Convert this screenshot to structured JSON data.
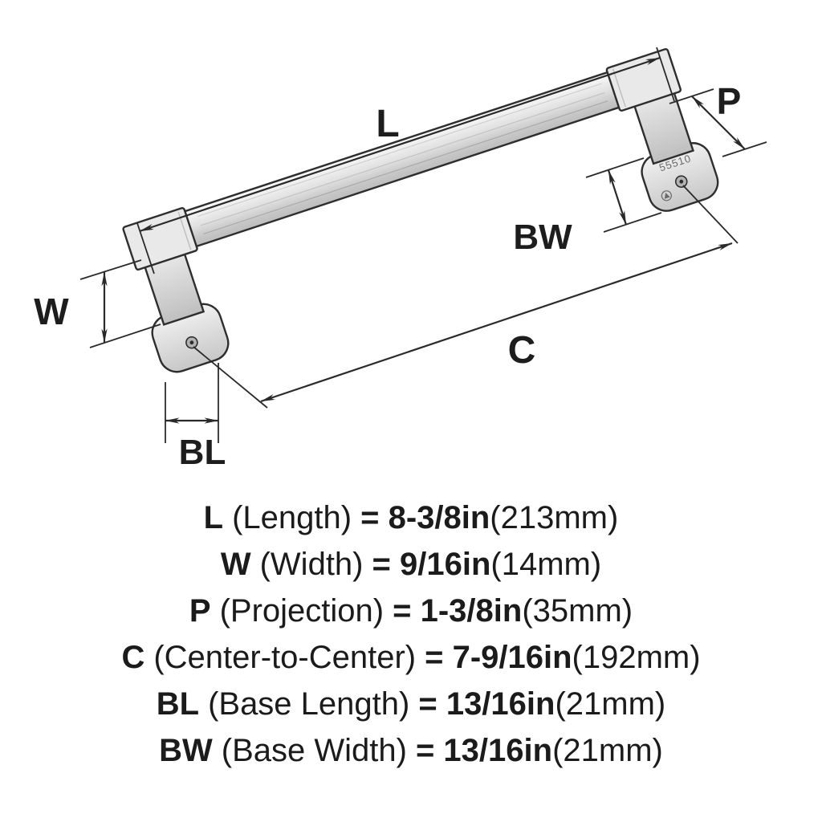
{
  "diagram": {
    "model_number": "55510",
    "dim_labels": {
      "L": "L",
      "W": "W",
      "P": "P",
      "C": "C",
      "BL": "BL",
      "BW": "BW"
    }
  },
  "legend": {
    "rows": [
      {
        "abbr": "L",
        "name": "(Length)",
        "value": "= 8-3/8in",
        "metric": "(213mm)"
      },
      {
        "abbr": "W",
        "name": "(Width)",
        "value": "= 9/16in",
        "metric": "(14mm)"
      },
      {
        "abbr": "P",
        "name": "(Projection)",
        "value": "= 1-3/8in",
        "metric": "(35mm)"
      },
      {
        "abbr": "C",
        "name": "(Center-to-Center)",
        "value": "= 7-9/16in",
        "metric": "(192mm)"
      },
      {
        "abbr": "BL",
        "name": "(Base Length)",
        "value": "= 13/16in",
        "metric": "(21mm)"
      },
      {
        "abbr": "BW",
        "name": "(Base Width)",
        "value": "= 13/16in",
        "metric": "(21mm)"
      }
    ]
  },
  "colors": {
    "line": "#2a2a2a",
    "metal_light": "#f5f5f5",
    "metal_dark": "#c9c9c9",
    "text": "#1b1b1b"
  }
}
